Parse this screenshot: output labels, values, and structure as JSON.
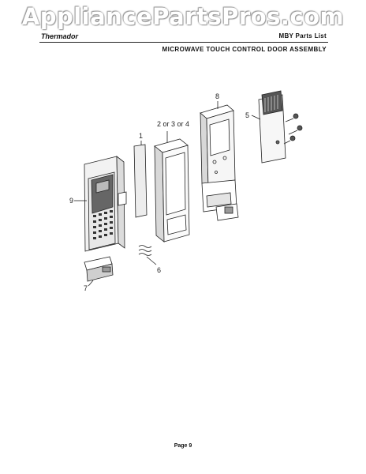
{
  "watermark": "AppliancePartsPros.com",
  "header": {
    "brand": "Thermador",
    "parts_list": "MBY Parts List",
    "section_title": "MICROWAVE TOUCH CONTROL DOOR ASSEMBLY"
  },
  "callouts": {
    "part_1": "1",
    "part_2_3_4": "2 or 3 or 4",
    "part_5": "5",
    "part_6": "6",
    "part_7": "7",
    "part_8": "8",
    "part_9": "9"
  },
  "footer": {
    "page": "Page 9"
  }
}
